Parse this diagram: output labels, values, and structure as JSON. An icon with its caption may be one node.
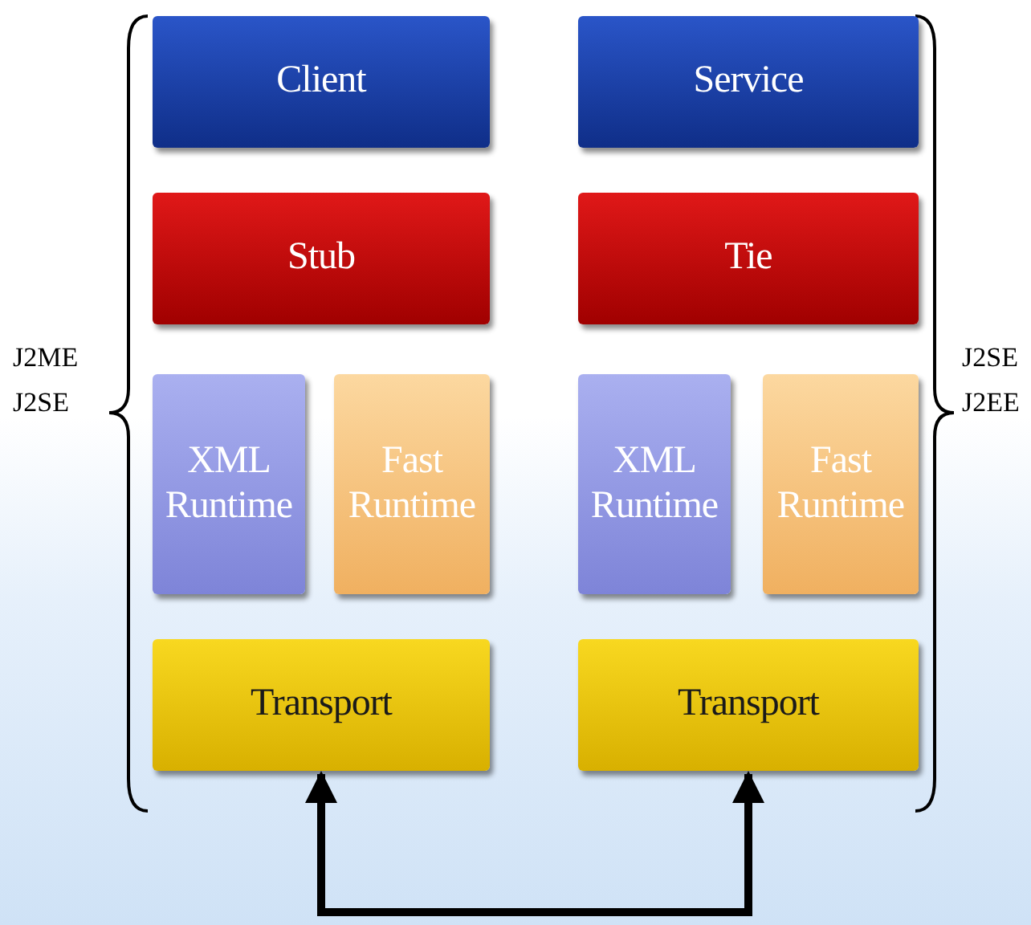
{
  "diagram": {
    "nodes": [
      {
        "text": [
          "Client"
        ]
      },
      {
        "text": [
          "Service"
        ]
      },
      {
        "text": [
          "Stub"
        ]
      },
      {
        "text": [
          "Tie"
        ]
      },
      {
        "text": [
          "XML Runtime"
        ]
      },
      {
        "text": [
          "Fast Runtime"
        ]
      },
      {
        "text": [
          "XML Runtime"
        ]
      },
      {
        "text": [
          "Fast Runtime"
        ]
      },
      {
        "text": [
          "Transport"
        ]
      },
      {
        "text": [
          "Transport"
        ]
      }
    ],
    "edges": [
      {
        "from": 8,
        "to": 9,
        "arrow": "both"
      }
    ],
    "labels": [
      "J2ME",
      "J2SE",
      "J2SE",
      "J2EE"
    ]
  }
}
